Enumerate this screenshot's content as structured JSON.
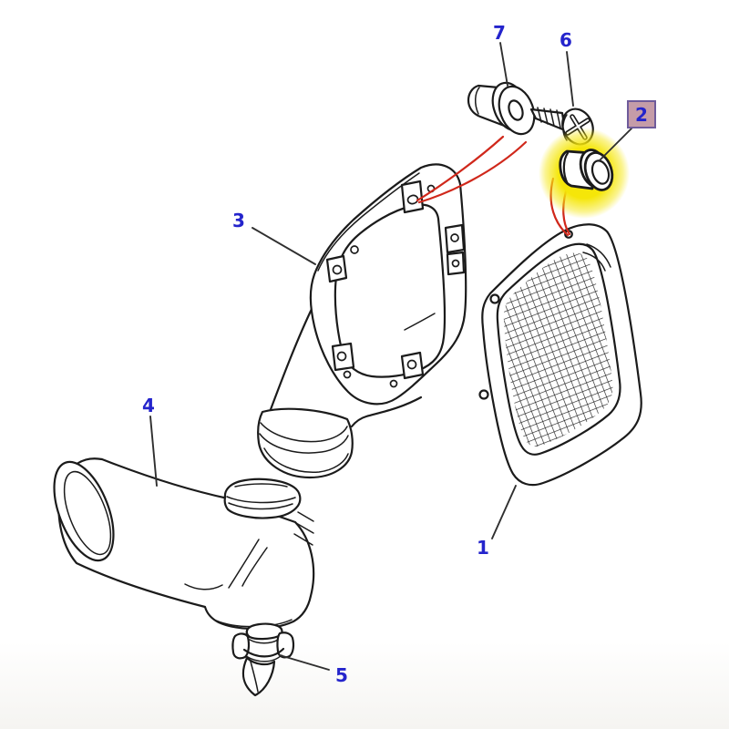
{
  "colors": {
    "line": "#1b1b1b",
    "leader_line": "#2f2f2f",
    "label_text": "#2424cc",
    "red_guide": "#d0281b",
    "highlight": "#f5e609",
    "badge_fill": "#c59ca8",
    "badge_border": "#6f5b9b"
  },
  "callouts": [
    {
      "label": "1"
    },
    {
      "label": "2",
      "highlighted": true
    },
    {
      "label": "3"
    },
    {
      "label": "4"
    },
    {
      "label": "5"
    },
    {
      "label": "6"
    },
    {
      "label": "7"
    }
  ]
}
